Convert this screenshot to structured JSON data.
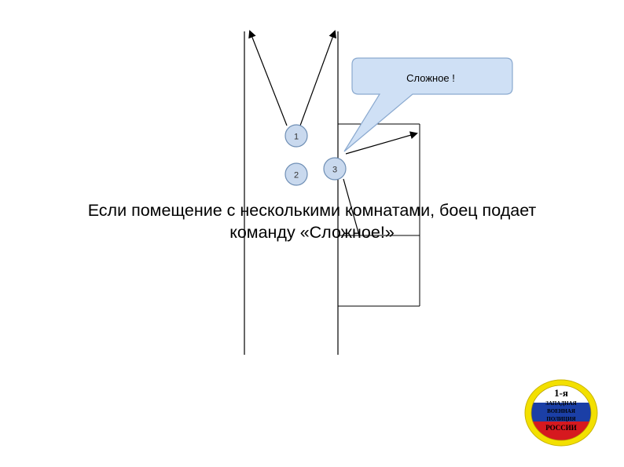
{
  "callout": {
    "text": "Сложное !"
  },
  "markers": [
    {
      "label": "1"
    },
    {
      "label": "2"
    },
    {
      "label": "3"
    }
  ],
  "caption": {
    "line1": "Если помещение с несколькими комнатами, боец подает",
    "line2": "команду «Сложное!»"
  },
  "logo": {
    "title": "1-я",
    "lines": [
      "ЗАПАДНАЯ",
      "ВОЕННАЯ",
      "ПОЛИЦИЯ",
      "РОССИИ"
    ]
  },
  "colors": {
    "callout_fill": "#cfe0f5",
    "callout_stroke": "#8aa9cf",
    "marker_fill": "#c9d9ee",
    "marker_stroke": "#6f8fb5",
    "flag_white": "#ffffff",
    "flag_blue": "#1b3fa6",
    "flag_red": "#d6191f",
    "logo_ring": "#f3e000"
  }
}
